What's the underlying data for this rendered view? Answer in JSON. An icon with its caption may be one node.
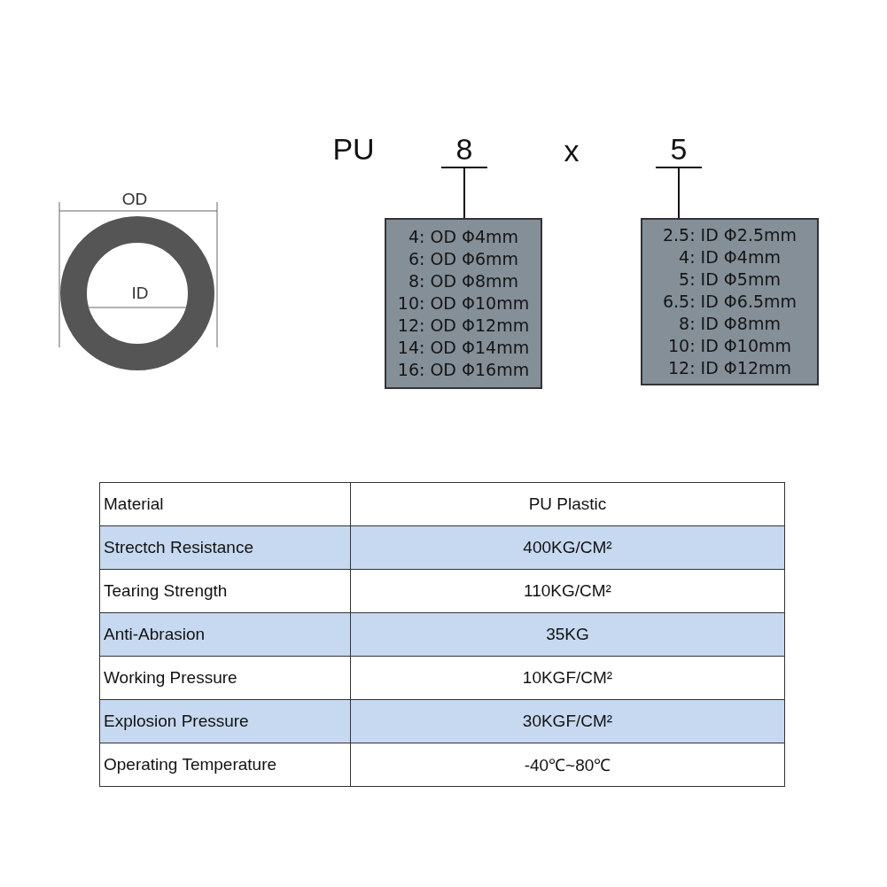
{
  "diagram": {
    "nodes": [
      {
        "text": [
          "8"
        ]
      },
      {
        "text": [
          "4: OD Φ4mm",
          "6: OD Φ6mm",
          "8: OD Φ8mm",
          "10: OD Φ10mm",
          "12: OD Φ12mm",
          "14: OD Φ14mm",
          "16: OD Φ16mm"
        ]
      },
      {
        "text": [
          "5"
        ]
      },
      {
        "text": [
          "2.5: ID Φ2.5mm",
          "4: ID Φ4mm",
          "5: ID Φ5mm",
          "6.5: ID Φ6.5mm",
          "8: ID Φ8mm",
          "10: ID Φ10mm",
          "12: ID Φ12mm"
        ]
      }
    ],
    "edges": [
      {
        "from": 0,
        "to": 1,
        "arrow": "none"
      },
      {
        "from": 2,
        "to": 3,
        "arrow": "none"
      }
    ],
    "labels": [
      "PU",
      "x",
      "OD",
      "ID",
      "Material",
      "PU Plastic",
      "Strectch Resistance",
      "400KG/CM²",
      "Tearing Strength",
      "110KG/CM²",
      "Anti-Abrasion",
      "35KG",
      "Working Pressure",
      "10KGF/CM²",
      "Explosion Pressure",
      "30KGF/CM²",
      "Operating Temperature",
      "-40℃~80℃"
    ]
  }
}
